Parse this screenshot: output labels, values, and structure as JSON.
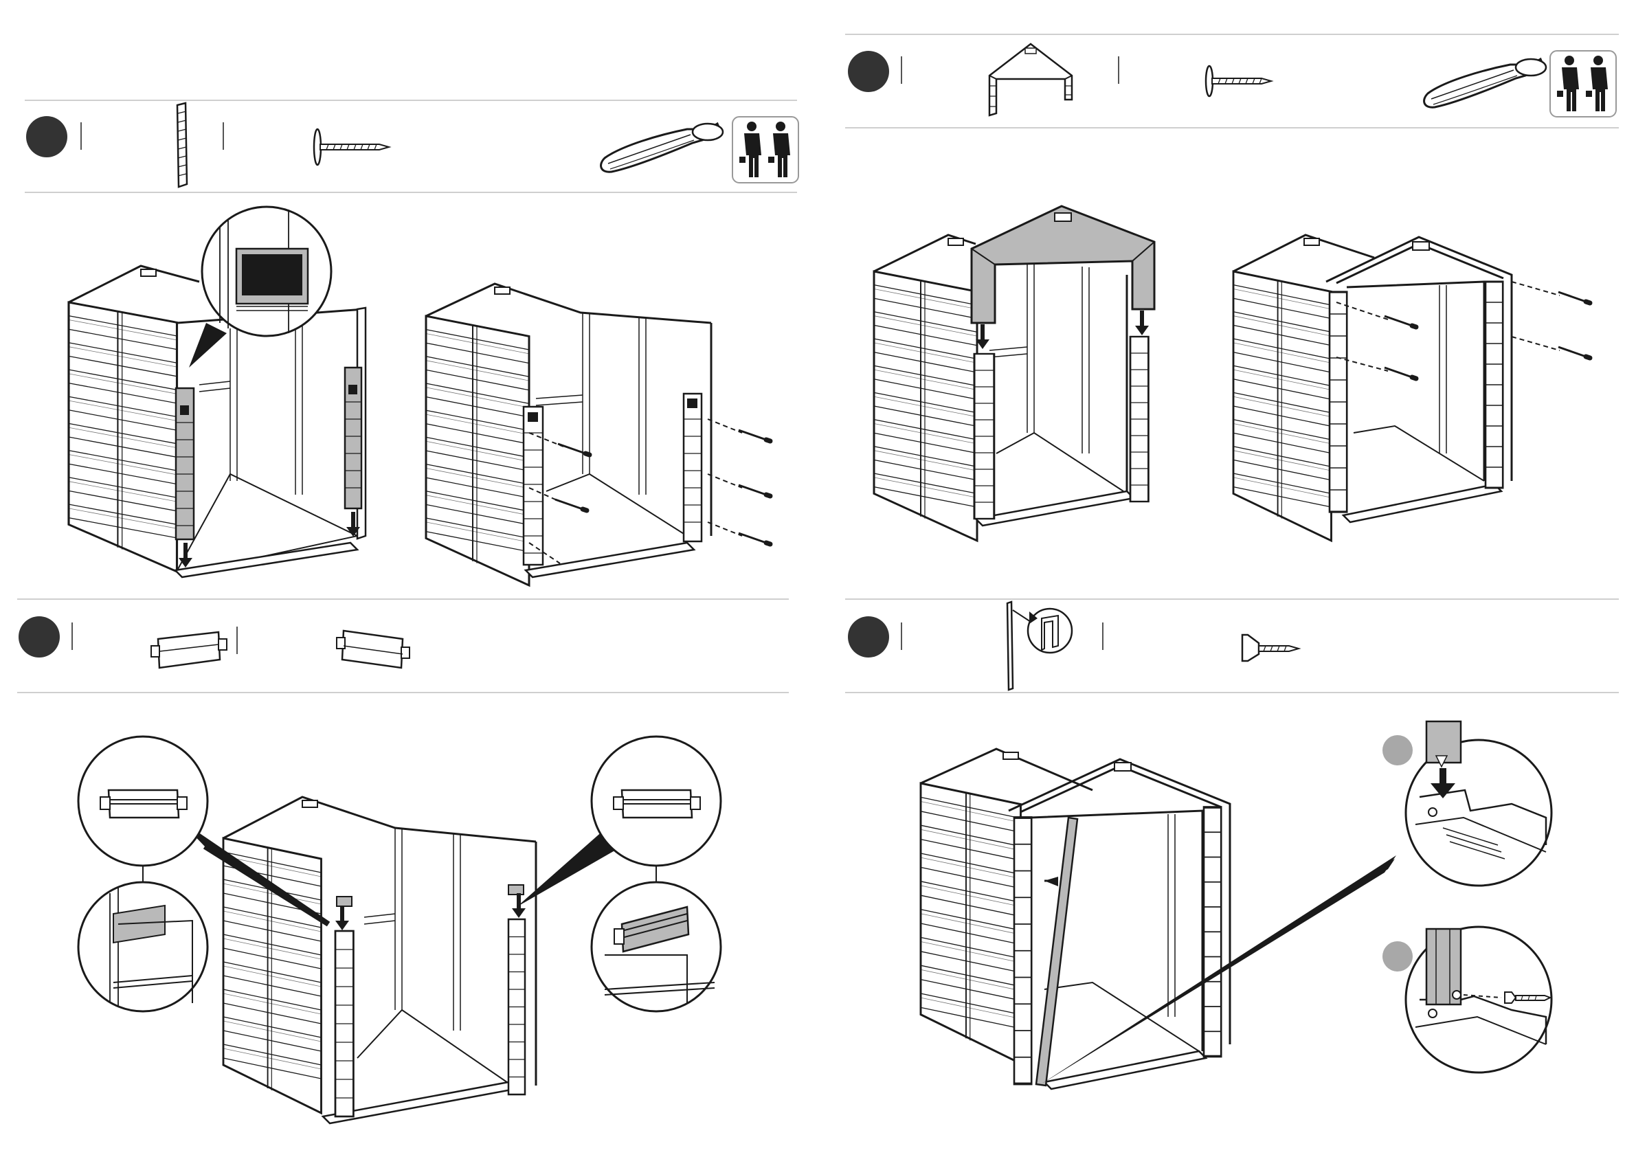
{
  "page": {
    "steps": [
      {
        "number": "",
        "parts": [
          "wall-connector-strip"
        ],
        "fastener": "screw-icon",
        "tool": "screwdriver-icon",
        "people": "two-person-icon"
      },
      {
        "number": "",
        "parts": [
          "clip-left",
          "clip-right"
        ]
      },
      {
        "number": "",
        "parts": [
          "gable-frame"
        ],
        "fastener": "screw-icon",
        "tool": "screwdriver-icon",
        "people": "two-person-icon"
      },
      {
        "number": "",
        "parts": [
          "door-jamb-profile"
        ],
        "fastener": "flat-head-screw-icon"
      }
    ],
    "substeps": [
      {
        "label": ""
      },
      {
        "label": ""
      }
    ],
    "colors": {
      "ink": "#1a1a1a",
      "badge": "#333333",
      "sub_badge": "#a8a8a8",
      "highlight": "#b9b9b9",
      "rule": "#cfcfcf"
    }
  }
}
